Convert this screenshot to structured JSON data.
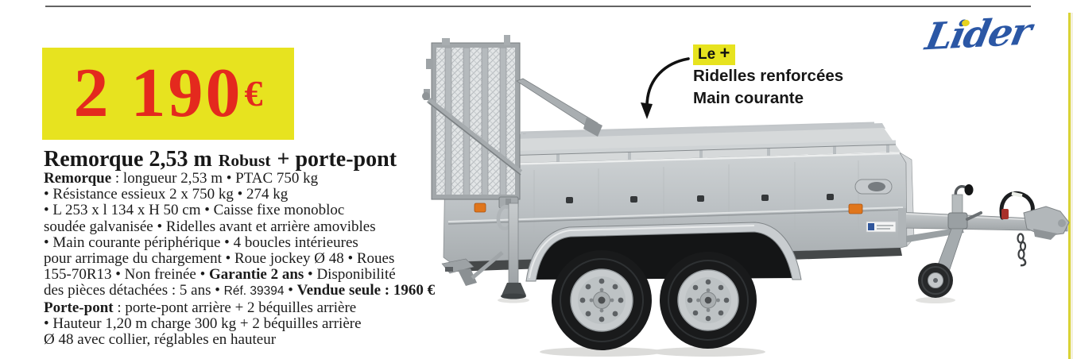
{
  "page": {
    "background": "#ffffff",
    "top_rule_color": "#636363",
    "edge_line_color": "#d9d335"
  },
  "brand": {
    "logo_text": "Lider",
    "logo_color": "#2b57a5",
    "logo_dot_color": "#e7d31f"
  },
  "price": {
    "amount": "2 190",
    "currency": "€",
    "bg_color": "#e7e31f",
    "text_color": "#e4291e"
  },
  "title": {
    "main": "Remorque 2,53 m",
    "variant": "Robust",
    "suffix": "+ porte-pont"
  },
  "description": {
    "lines": [
      {
        "segments": [
          {
            "text": "Remorque",
            "bold": true
          },
          {
            "text": " : longueur 2,53 m • PTAC 750 kg"
          }
        ]
      },
      {
        "segments": [
          {
            "text": "• Résistance essieux 2 x 750 kg • 274 kg"
          }
        ]
      },
      {
        "segments": [
          {
            "text": "• L 253 x l 134 x H 50 cm • Caisse fixe monobloc"
          }
        ]
      },
      {
        "segments": [
          {
            "text": "soudée galvanisée • Ridelles avant et arrière amovibles"
          }
        ]
      },
      {
        "segments": [
          {
            "text": "• Main courante périphérique • 4 boucles intérieures"
          }
        ]
      },
      {
        "segments": [
          {
            "text": "pour arrimage du chargement • Roue jockey Ø 48 • Roues"
          }
        ]
      },
      {
        "segments": [
          {
            "text": "155-70R13 • Non freinée • "
          },
          {
            "text": "Garantie 2 ans",
            "bold": true
          },
          {
            "text": " • Disponibilité"
          }
        ]
      },
      {
        "segments": [
          {
            "text": "des pièces détachées : 5 ans • "
          },
          {
            "text": "Réf. 39394",
            "small": true
          },
          {
            "text": " • "
          },
          {
            "text": "Vendue seule : 1960 €",
            "bold": true
          }
        ]
      },
      {
        "segments": [
          {
            "text": "Porte-pont",
            "bold": true
          },
          {
            "text": " : porte-pont arrière + 2 béquilles arrière"
          }
        ]
      },
      {
        "segments": [
          {
            "text": "• Hauteur 1,20 m charge 300 kg + 2 béquilles arrière"
          }
        ]
      },
      {
        "segments": [
          {
            "text": "Ø 48 avec collier, réglables en hauteur"
          }
        ]
      }
    ]
  },
  "callout": {
    "badge_prefix": "Le",
    "badge_plus": "+",
    "badge_bg": "#e7e31f",
    "lines": [
      "Ridelles renforcées",
      "Main courante"
    ]
  },
  "photo": {
    "description": "Remorque galvanisée à deux roues avec porte-pont grillagé relevé, béquille arrière, roue jockey et tête d'attelage avec chaîne"
  }
}
